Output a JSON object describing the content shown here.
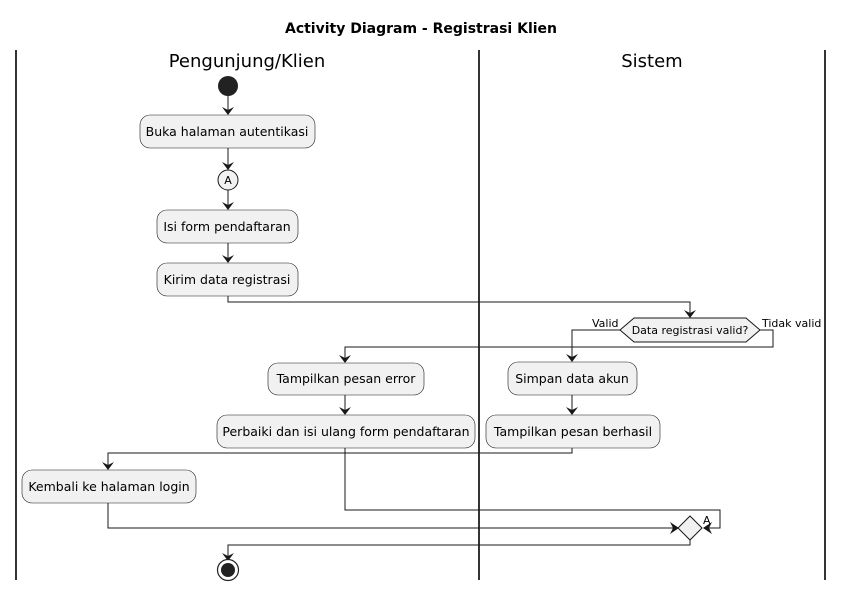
{
  "title": "Activity Diagram - Registrasi Klien",
  "lanes": [
    "Pengunjung/Klien",
    "Sistem"
  ],
  "connector_label": "A",
  "activities": {
    "open_auth": "Buka halaman autentikasi",
    "fill_form": "Isi form pendaftaran",
    "submit": "Kirim data registrasi",
    "show_error": "Tampilkan pesan error",
    "fix_form": "Perbaiki dan isi ulang form pendaftaran",
    "save_account": "Simpan data akun",
    "show_success": "Tampilkan pesan berhasil",
    "back_login": "Kembali ke halaman login"
  },
  "decision": {
    "question": "Data registrasi valid?",
    "yes_label": "Valid",
    "no_label": "Tidak valid"
  },
  "colors": {
    "node_fill": "#f1f1f1",
    "stroke": "#181818",
    "start_end": "#222222"
  }
}
